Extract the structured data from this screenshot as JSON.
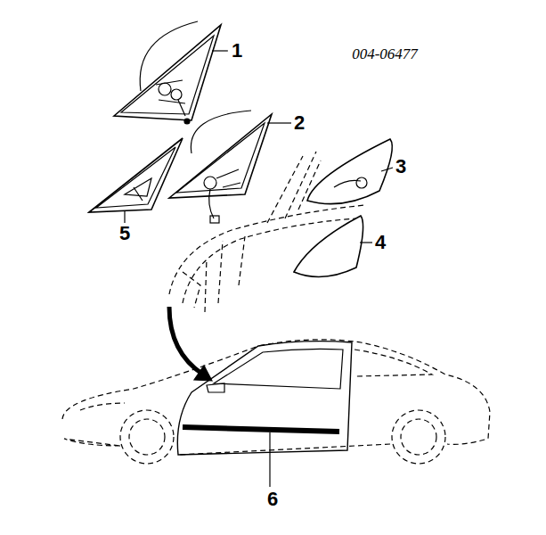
{
  "diagram": {
    "labels": [
      "004-06477",
      "1",
      "2",
      "3",
      "4",
      "5",
      "6"
    ]
  }
}
